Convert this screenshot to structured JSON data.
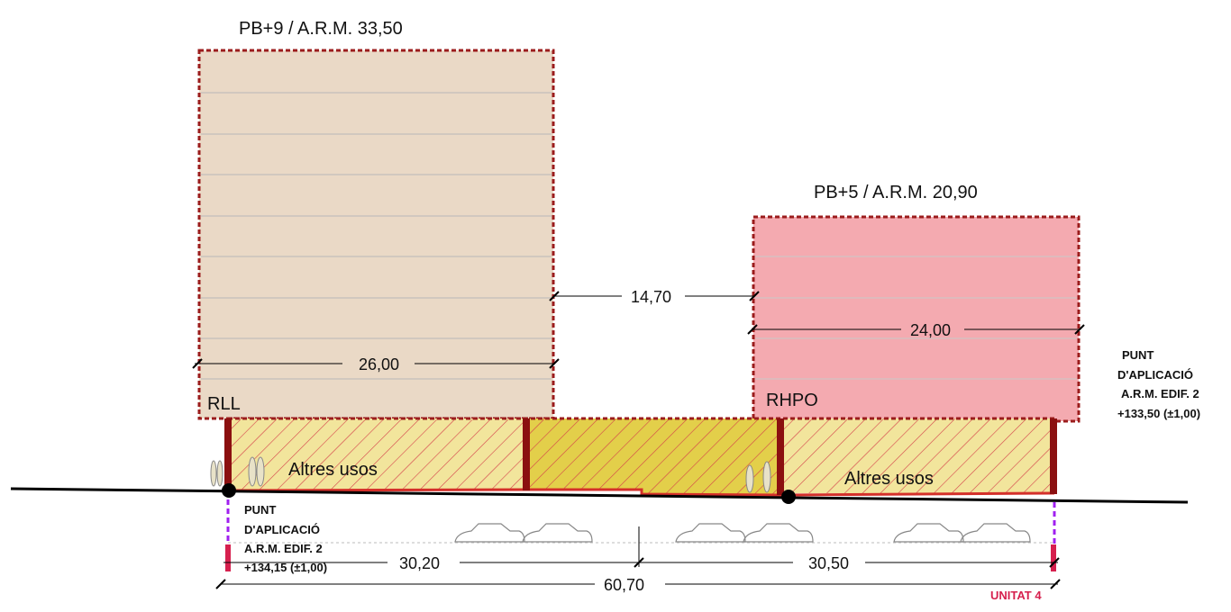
{
  "buildings": {
    "left": {
      "height_label": "PB+9 / A.R.M. 33,50",
      "use_label": "RLL",
      "width_dim": "26,00",
      "color": "#ead9c6"
    },
    "right": {
      "height_label": "PB+5 / A.R.M. 20,90",
      "use_label": "RHPO",
      "width_dim": "24,00",
      "color": "#f4aab0"
    }
  },
  "gap_dim": "14,70",
  "ground_floor": {
    "left_label": "Altres usos",
    "right_label": "Altres usos",
    "hatch_color": "#f2e59c",
    "center_color": "#e6d24f"
  },
  "application_points": {
    "left": {
      "line1": "PUNT",
      "line2": "D'APLICACIÓ",
      "line3": "A.R.M. EDIF.  2",
      "line4": "+134,15 (±1,00)"
    },
    "right": {
      "line1": "PUNT",
      "line2": "D'APLICACIÓ",
      "line3": "A.R.M. EDIF.  2",
      "line4": "+133,50 (±1,00)"
    }
  },
  "dimensions": {
    "left_span": "30,20",
    "right_span": "30,50",
    "total": "60,70"
  },
  "unit_label": "UNITAT 4",
  "colors": {
    "outline": "#9b1c1c",
    "ground": "#000000",
    "accent": "#d6204e",
    "purple": "#a020f0"
  }
}
